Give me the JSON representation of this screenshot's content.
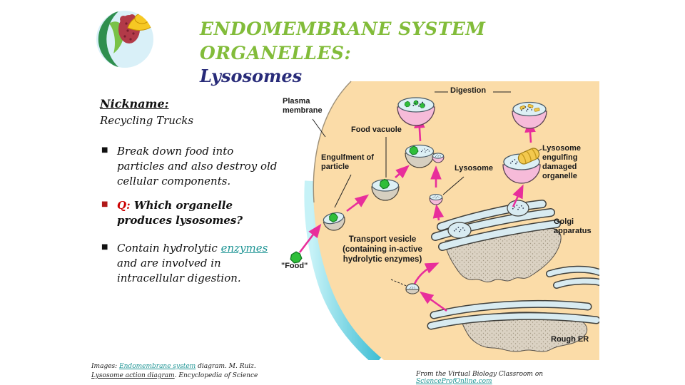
{
  "title": {
    "line1": "ENDOMEMBRANE SYSTEM ORGANELLES:",
    "line2": "Lysosomes"
  },
  "sidebar": {
    "nickname_label": "Nickname:",
    "nickname_value": "Recycling Trucks",
    "bullet1": "Break down food into particles and also destroy old cellular components.",
    "bullet2_prefix": "Q:",
    "bullet2_text": " Which organelle produces lysosomes?",
    "bullet3_pre": "Contain hydrolytic ",
    "bullet3_link": "enzymes",
    "bullet3_post": " and are involved in intracellular digestion."
  },
  "diagram": {
    "labels": {
      "plasma_membrane": "Plasma membrane",
      "digestion": "Digestion",
      "food_vacuole": "Food vacuole",
      "engulfment": "Engulfment of particle",
      "lysosome": "Lysosome",
      "engulfing": "Lysosome engulfing damaged organelle",
      "golgi": "Golgi apparatus",
      "transport_vesicle": "Transport vesicle (containing in-active hydrolytic enzymes)",
      "food": "\"Food\"",
      "rough_er": "Rough ER"
    }
  },
  "footer": {
    "left_line1_pre": "Images: ",
    "left_line1_link": "Endomembrane system",
    "left_line1_post": " diagram. M. Ruiz.",
    "left_line2_link": "Lysosome action diagram",
    "left_line2_post": ". Encyclopedia of Science",
    "right_pre": "From the Virtual Biology Classroom on ",
    "right_link": "ScienceProfOnline.com"
  },
  "colors": {
    "title_green": "#82BC3A",
    "title_navy": "#282B79",
    "link_teal": "#1D9494",
    "q_red": "#CC0000",
    "cell_tan": "#FBDCA8",
    "membrane_cyan": "#45C5D8",
    "arrow_magenta": "#E82E9B"
  }
}
